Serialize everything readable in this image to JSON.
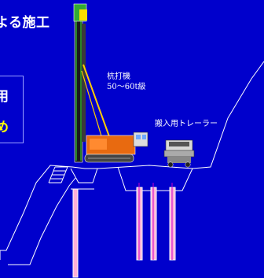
{
  "title": "よる施工",
  "callout": {
    "line1": "用",
    "line2": "め"
  },
  "labels": {
    "pile_driver_name": "杭打機",
    "pile_driver_class": "50〜60t級",
    "trailer": "搬入用トレーラー"
  },
  "colors": {
    "background": "#0000cc",
    "line": "#ffffff",
    "highlight_text": "#ffff00",
    "crane_body": "#e86a10",
    "pile": "#ffb0d8"
  }
}
